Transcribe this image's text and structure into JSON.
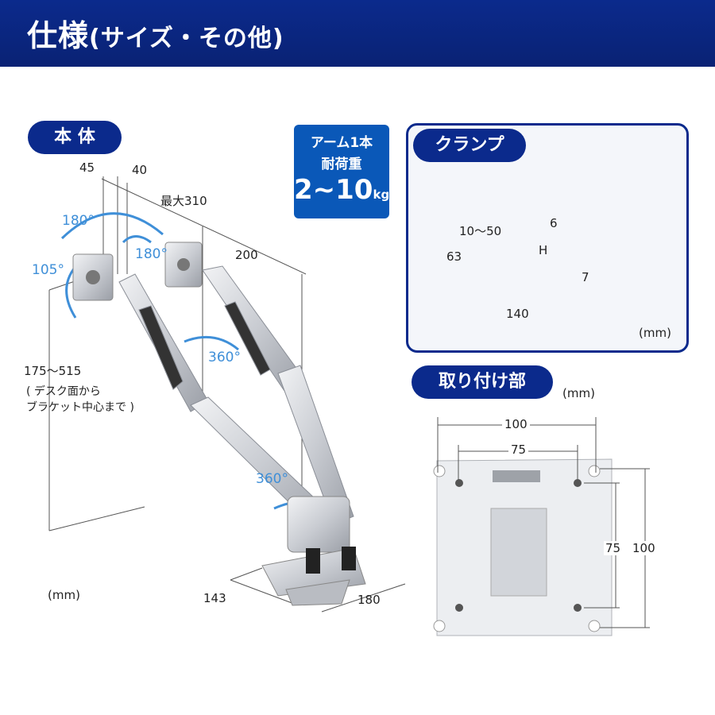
{
  "header": {
    "title": "仕様",
    "subtitle": "(サイズ・その他)"
  },
  "body_section": {
    "label": "本 体",
    "dims": {
      "d45": "45",
      "d40": "40",
      "max310": "最大310",
      "d200": "200",
      "height_range": "175～515",
      "height_note_1": "( デスク面から",
      "height_note_2": "ブラケット中心まで )",
      "d143": "143",
      "d180": "180",
      "unit": "(mm)"
    },
    "rotations": {
      "r180a": "180°",
      "r180b": "180°",
      "r105": "105°",
      "r360a": "360°",
      "r360b": "360°"
    }
  },
  "load_badge": {
    "line1": "アーム1本",
    "line2": "耐荷重",
    "value": "2~10",
    "unit": "kg"
  },
  "clamp_section": {
    "label": "クランプ",
    "dims": {
      "d10_50": "10～50",
      "d6": "6",
      "h": "H",
      "d63": "63",
      "d7": "7",
      "d140": "140",
      "unit": "(mm)"
    }
  },
  "mount_section": {
    "label": "取り付け部",
    "unit": "(mm)",
    "dims": {
      "w100": "100",
      "w75": "75",
      "h75": "75",
      "h100": "100"
    }
  },
  "colors": {
    "header_bg": "#0b2a8c",
    "badge_bg": "#0a58b8",
    "rotation_arrow": "#3f8fd8"
  }
}
